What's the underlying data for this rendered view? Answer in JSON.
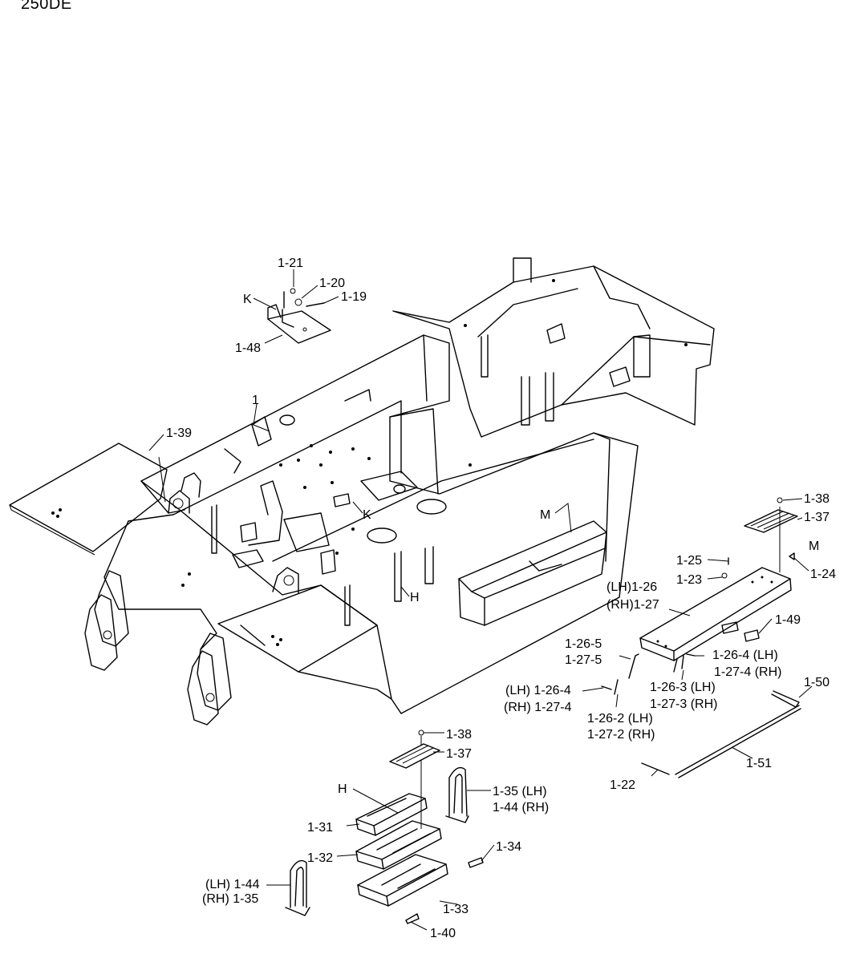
{
  "header": {
    "model": "250DE"
  },
  "labels": [
    "1-21",
    "1-20",
    "1-19",
    "K",
    "1-48",
    "1",
    "1-39",
    "K",
    "M",
    "H",
    "1-38",
    "1-37",
    "M",
    "1-24",
    "1-25",
    "1-23",
    "(LH)1-26",
    "(RH)1-27",
    "1-49",
    "1-26-5",
    "1-27-5",
    "1-26-4 (LH)",
    "1-27-4 (RH)",
    "(LH) 1-26-4",
    "(RH) 1-27-4",
    "1-26-3 (LH)",
    "1-27-3 (RH)",
    "1-26-2 (LH)",
    "1-27-2 (RH)",
    "1-50",
    "1-51",
    "1-22",
    "1-38",
    "1-37",
    "H",
    "1-35 (LH)",
    "1-44 (RH)",
    "1-31",
    "1-34",
    "1-32",
    "(LH) 1-44",
    "(RH) 1-35",
    "1-33",
    "1-40"
  ]
}
